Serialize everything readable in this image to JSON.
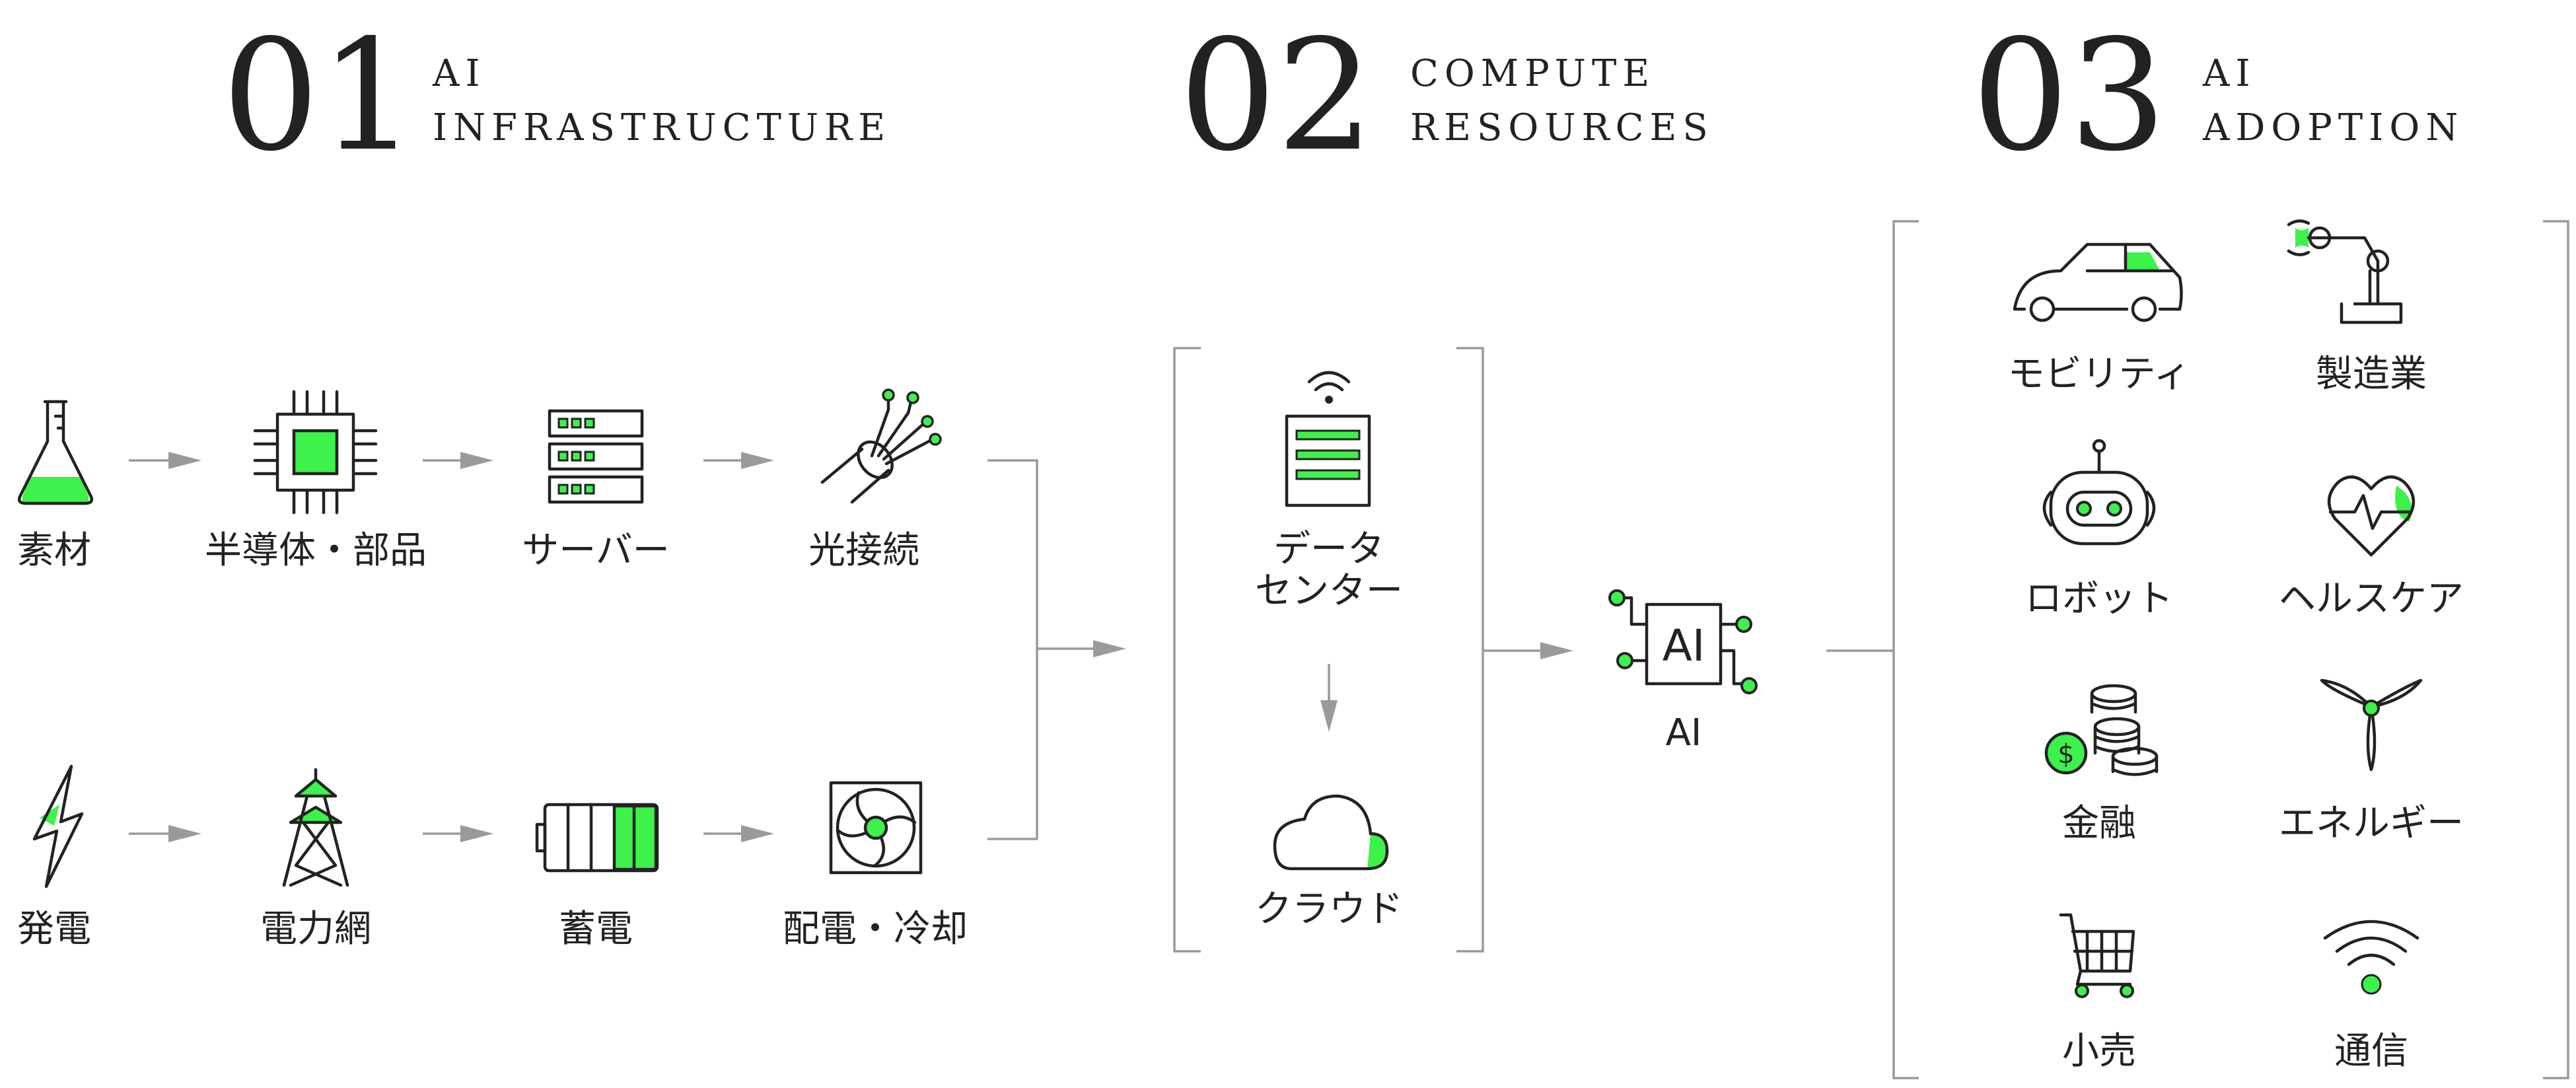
{
  "sections": [
    {
      "number": "01",
      "title_line1": "AI",
      "title_line2": "INFRASTRUCTURE"
    },
    {
      "number": "02",
      "title_line1": "COMPUTE",
      "title_line2": "RESOURCES"
    },
    {
      "number": "03",
      "title_line1": "AI",
      "title_line2": "ADOPTION"
    }
  ],
  "infrastructure": {
    "row1": [
      "素材",
      "半導体・部品",
      "サーバー",
      "光接続"
    ],
    "row2": [
      "発電",
      "電力網",
      "蓄電",
      "配電・冷却"
    ]
  },
  "compute": {
    "datacenter_line1": "データ",
    "datacenter_line2": "センター",
    "cloud": "クラウド"
  },
  "ai": {
    "chip_text": "AI",
    "label": "AI"
  },
  "adoption": [
    "モビリティ",
    "製造業",
    "ロボット",
    "ヘルスケア",
    "金融",
    "エネルギー",
    "小売",
    "通信"
  ],
  "colors": {
    "accent": "#3df24a",
    "line": "#222222",
    "connector": "#9a9a9a"
  },
  "icons": [
    "flask-icon",
    "chip-icon",
    "server-icon",
    "optical-fiber-icon",
    "lightning-icon",
    "power-tower-icon",
    "battery-icon",
    "fan-icon",
    "datacenter-icon",
    "cloud-icon",
    "ai-chip-icon",
    "car-icon",
    "robot-arm-icon",
    "robot-head-icon",
    "heart-icon",
    "coins-icon",
    "wind-turbine-icon",
    "cart-icon",
    "wifi-icon"
  ]
}
